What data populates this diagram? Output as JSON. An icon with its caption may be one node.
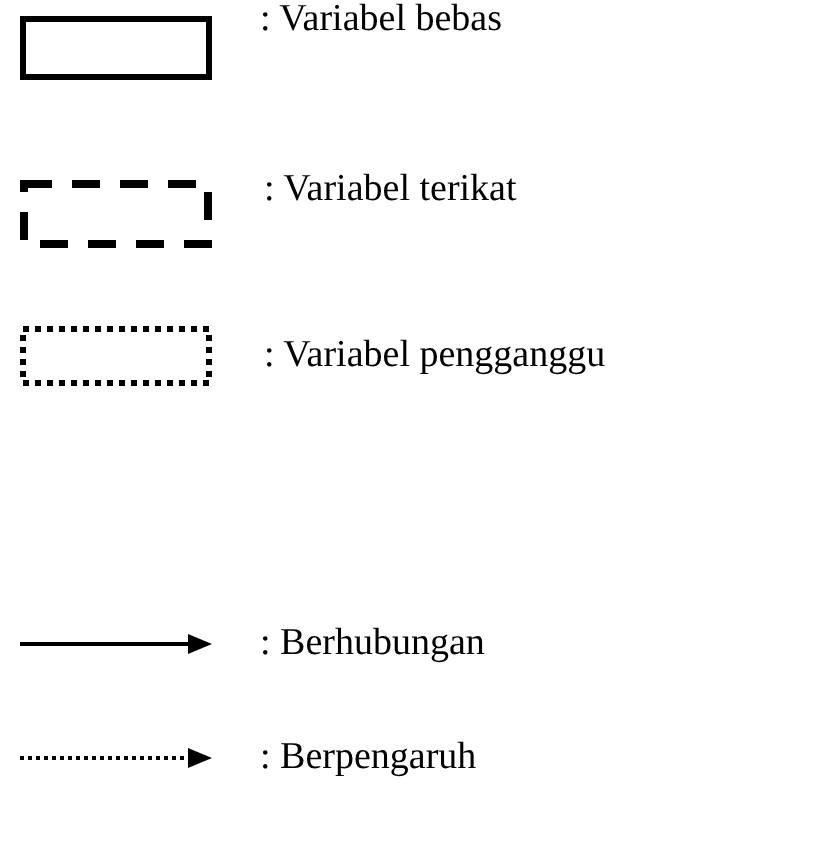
{
  "diagram": {
    "legend": [
      {
        "text": ": Variabel bebas"
      },
      {
        "text": ": Variabel terikat"
      },
      {
        "text": ": Variabel pengganggu"
      },
      {
        "text": ": Berhubungan"
      },
      {
        "text": ": Berpengaruh"
      }
    ]
  }
}
